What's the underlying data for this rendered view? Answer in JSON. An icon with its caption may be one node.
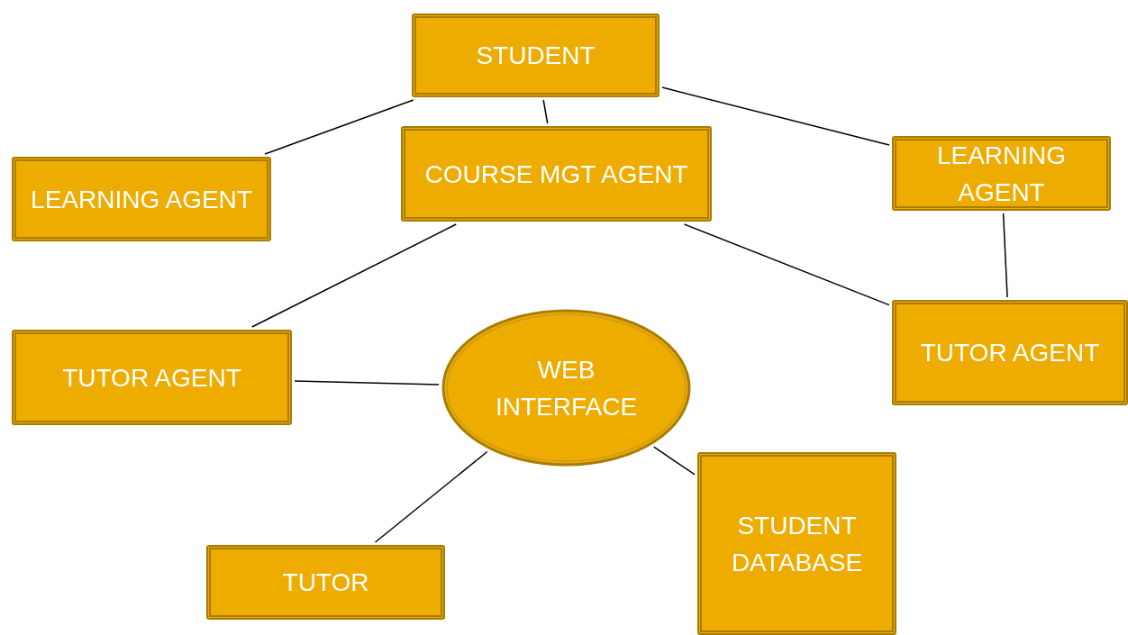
{
  "diagram": {
    "nodes": [
      {
        "text": [
          "STUDENT"
        ]
      },
      {
        "text": [
          "LEARNING AGENT"
        ]
      },
      {
        "text": [
          "COURSE MGT AGENT"
        ]
      },
      {
        "text": [
          "LEARNING AGENT"
        ]
      },
      {
        "text": [
          "TUTOR AGENT"
        ]
      },
      {
        "text": [
          "WEB INTERFACE"
        ]
      },
      {
        "text": [
          "TUTOR AGENT"
        ]
      },
      {
        "text": [
          "TUTOR"
        ]
      },
      {
        "text": [
          "STUDENT DATABASE"
        ]
      }
    ],
    "edges": [
      {
        "from": 0,
        "to": 1,
        "arrow": "none"
      },
      {
        "from": 0,
        "to": 2,
        "arrow": "none"
      },
      {
        "from": 0,
        "to": 3,
        "arrow": "none"
      },
      {
        "from": 2,
        "to": 4,
        "arrow": "none"
      },
      {
        "from": 2,
        "to": 6,
        "arrow": "none"
      },
      {
        "from": 3,
        "to": 6,
        "arrow": "none"
      },
      {
        "from": 4,
        "to": 5,
        "arrow": "none"
      },
      {
        "from": 5,
        "to": 8,
        "arrow": "none"
      },
      {
        "from": 5,
        "to": 7,
        "arrow": "none"
      }
    ]
  }
}
